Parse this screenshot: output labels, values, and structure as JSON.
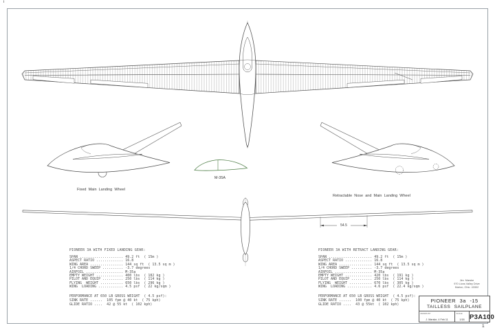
{
  "artifacts": {
    "corner_mark": "i",
    "sheet_number": "1"
  },
  "captions": {
    "side_left": "Fixed  Main  Landing  Wheel",
    "side_right": "Retractable  Nose  and  Main  Landing  Wheel",
    "airfoil_label": "M-35A",
    "front_dimension": "54.5"
  },
  "specs_left": {
    "title": "PIONEER 3A WITH FIXED LANDING GEAR:",
    "lines": [
      "SPAN ..................... 49.2 ft  ( 15m )",
      "ASPECT RATIO ............. 16.8",
      "WING AREA ................ 144 sq ft  ( 13.5 sq m )",
      "1/4 CHORD SWEEP .......... -3.7 degrees",
      "AIRFOIL .................. M-35a",
      "EMPTY WEIGHT ............. 400 lbs  ( 182 kg )",
      "PILOT AND EQUIP .......... 250 lbs  ( 114 kg )",
      "FLYING  WEIGHT ........... 650 lbs  ( 296 kg )",
      "WING  LOADING ............ 4.5 psf  ( 22 kg/sqm )"
    ],
    "performance": [
      "PERFORMANCE AT 650 LB GROSS WEIGHT  ( 4.5 psf):",
      "SINK RATE ......  105 fpm @ 40 kt  ( 75 kph)",
      "GLIDE RATIO ....  42 @ 55 kt  ( 102 kph)"
    ]
  },
  "specs_right": {
    "title": "PIONEER 3A WITH RETRACT LANDING GEAR:",
    "lines": [
      "SPAN ..................... 49.2 ft  ( 15m )",
      "ASPECT RATIO ............. 16.8",
      "WING AREA ................ 144 sq ft  ( 13.5 sq m )",
      "1/4 CHORD SWEEP .......... -3.7 degrees",
      "AIRFOIL .................. M-35a",
      "EMPTY WEIGHT ............. 420 lbs  ( 191 kg )",
      "PILOT AND EQUIP .......... 250 lbs  ( 114 kg )",
      "FLYING  WEIGHT ........... 670 lbs  ( 305 kg )",
      "WING  LOADING ............ 4.6 psf  ( 22.4 kg/sqm )"
    ],
    "performance": [
      "PERFORMANCE AT 650 LB GROSS WEIGHT  ( 4.5 psf):",
      "SINK RATE ......  100 fpm @ 40 kt  ( 75 kph)",
      "GLIDE RATIO ....  43 @ 55kt  ( 102 kph)"
    ]
  },
  "address": [
    "Jim  Marske",
    "970 Lions Valley Drive",
    "Marion, Ohio  43302"
  ],
  "title_block": {
    "title_line1": "PIONEER  3a -15",
    "title_line2": "TAILLESS  SAILPLANE",
    "drawn_by_label": "DRAWN BY",
    "drawn_by": "J. Marske,  4 Feb 11",
    "scale_label": "SCALE",
    "scale_value": "1/18",
    "drawing_number": "P3A100"
  },
  "colors": {
    "line": "#4a4a4a",
    "frame": "#99a1a7",
    "airfoil_green": "#4c7c44"
  }
}
